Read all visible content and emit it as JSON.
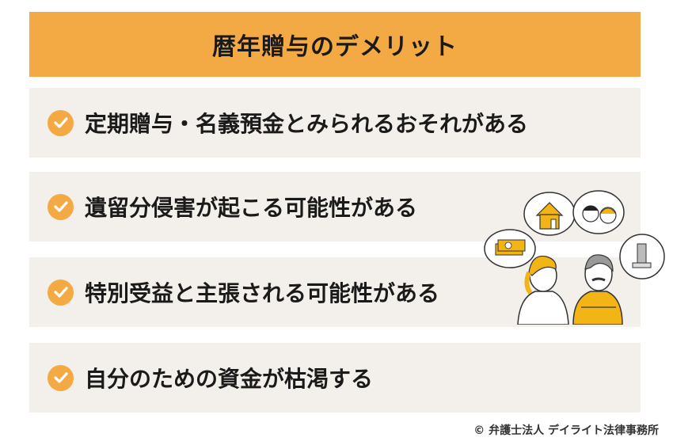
{
  "header": {
    "title": "暦年贈与のデメリット"
  },
  "items": [
    {
      "label": "定期贈与・名義預金とみられるおそれがある"
    },
    {
      "label": "遺留分侵害が起こる可能性がある"
    },
    {
      "label": "特別受益と主張される可能性がある"
    },
    {
      "label": "自分のための資金が枯渇する"
    }
  ],
  "icons": {
    "bullet": "check-circle-icon"
  },
  "colors": {
    "accent": "#F3AA45",
    "row_bg": "#F3EFEA",
    "text": "#1a1a1a"
  },
  "footer": {
    "copyright": "© 弁護士法人 デイライト法律事務所"
  }
}
